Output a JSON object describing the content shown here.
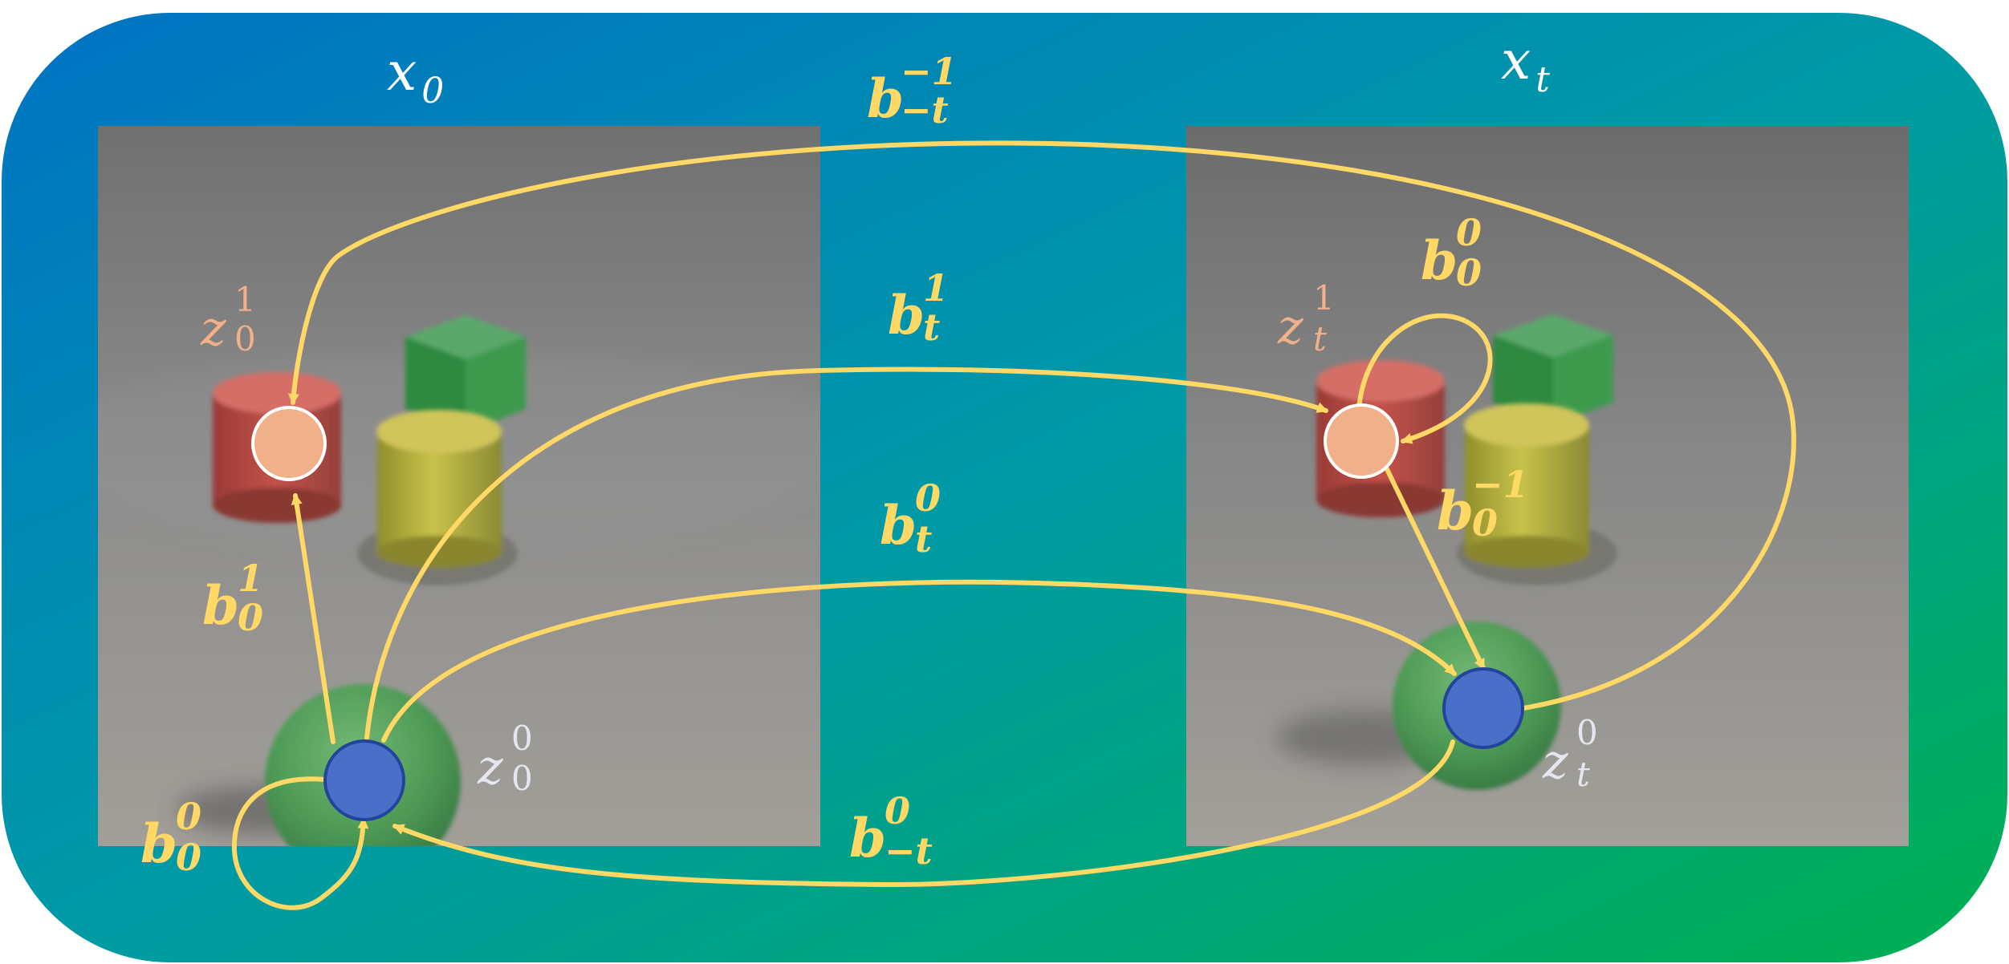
{
  "frames": {
    "left_title": {
      "base": "x",
      "sub": "0"
    },
    "right_title": {
      "base": "x",
      "sub": "t"
    }
  },
  "nodes": {
    "left_z1": {
      "base": "z",
      "sub": "0",
      "sup": "1",
      "color": "#f0b08a"
    },
    "left_z0": {
      "base": "z",
      "sub": "0",
      "sup": "0",
      "color": "#4a6fc9"
    },
    "right_z1": {
      "base": "z",
      "sub": "t",
      "sup": "1",
      "color": "#f0b08a"
    },
    "right_z0": {
      "base": "z",
      "sub": "t",
      "sup": "0",
      "color": "#4a6fc9"
    }
  },
  "edges": {
    "b_minus_t_minus1": {
      "base": "b",
      "sub": "−t",
      "sup": "−1"
    },
    "b_t_1": {
      "base": "b",
      "sub": "t",
      "sup": "1"
    },
    "b_0_0_right": {
      "base": "b",
      "sub": "0",
      "sup": "0"
    },
    "b_0_minus1_right": {
      "base": "b",
      "sub": "0",
      "sup": "−1"
    },
    "b_t_0": {
      "base": "b",
      "sub": "t",
      "sup": "0"
    },
    "b_0_1_left": {
      "base": "b",
      "sub": "0",
      "sup": "1"
    },
    "b_0_0_left": {
      "base": "b",
      "sub": "0",
      "sup": "0"
    },
    "b_minus_t_0": {
      "base": "b",
      "sub": "−t",
      "sup": "0"
    }
  },
  "colors": {
    "arrow": "#ffd866",
    "label": "#ffd866",
    "title": "#ffffff",
    "z1_label": "#f2b08a",
    "z0_label": "#e6e6f0",
    "bg_start": "#0073c4",
    "bg_mid": "#009aa6",
    "bg_end": "#00b050"
  }
}
